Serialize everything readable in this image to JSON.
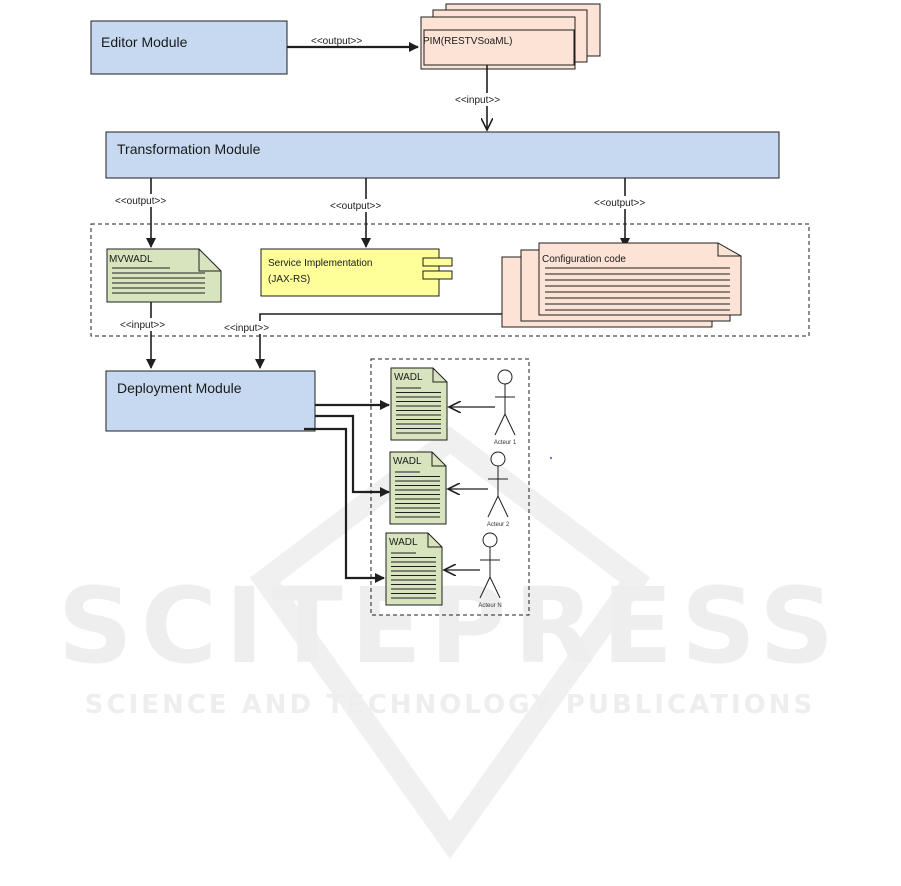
{
  "watermark": {
    "main": "SCITEPRESS",
    "sub": "SCIENCE AND TECHNOLOGY PUBLICATIONS"
  },
  "modules": {
    "editor": "Editor Module",
    "transformation": "Transformation Module",
    "deployment": "Deployment Module"
  },
  "pim": {
    "label": "PIM(RESTVSoaML)"
  },
  "artifacts": {
    "mvwadl": "MVWADL",
    "service_line1": "Service Implementation",
    "service_line2": "(JAX-RS)",
    "config": "Configuration code"
  },
  "stereotypes": {
    "output": "<<output>>",
    "input": "<<input>>"
  },
  "wadl": [
    {
      "title": "WADL",
      "actor": "Acteur 1"
    },
    {
      "title": "WADL",
      "actor": "Acteur 2"
    },
    {
      "title": "WADL",
      "actor": "Acteur N"
    }
  ],
  "colors": {
    "module_fill": "#c6d9f1",
    "pim_fill": "#fde3d5",
    "doc_fill": "#d7e4bd",
    "component_fill": "#ffff99",
    "stroke": "#1f1f1f"
  }
}
